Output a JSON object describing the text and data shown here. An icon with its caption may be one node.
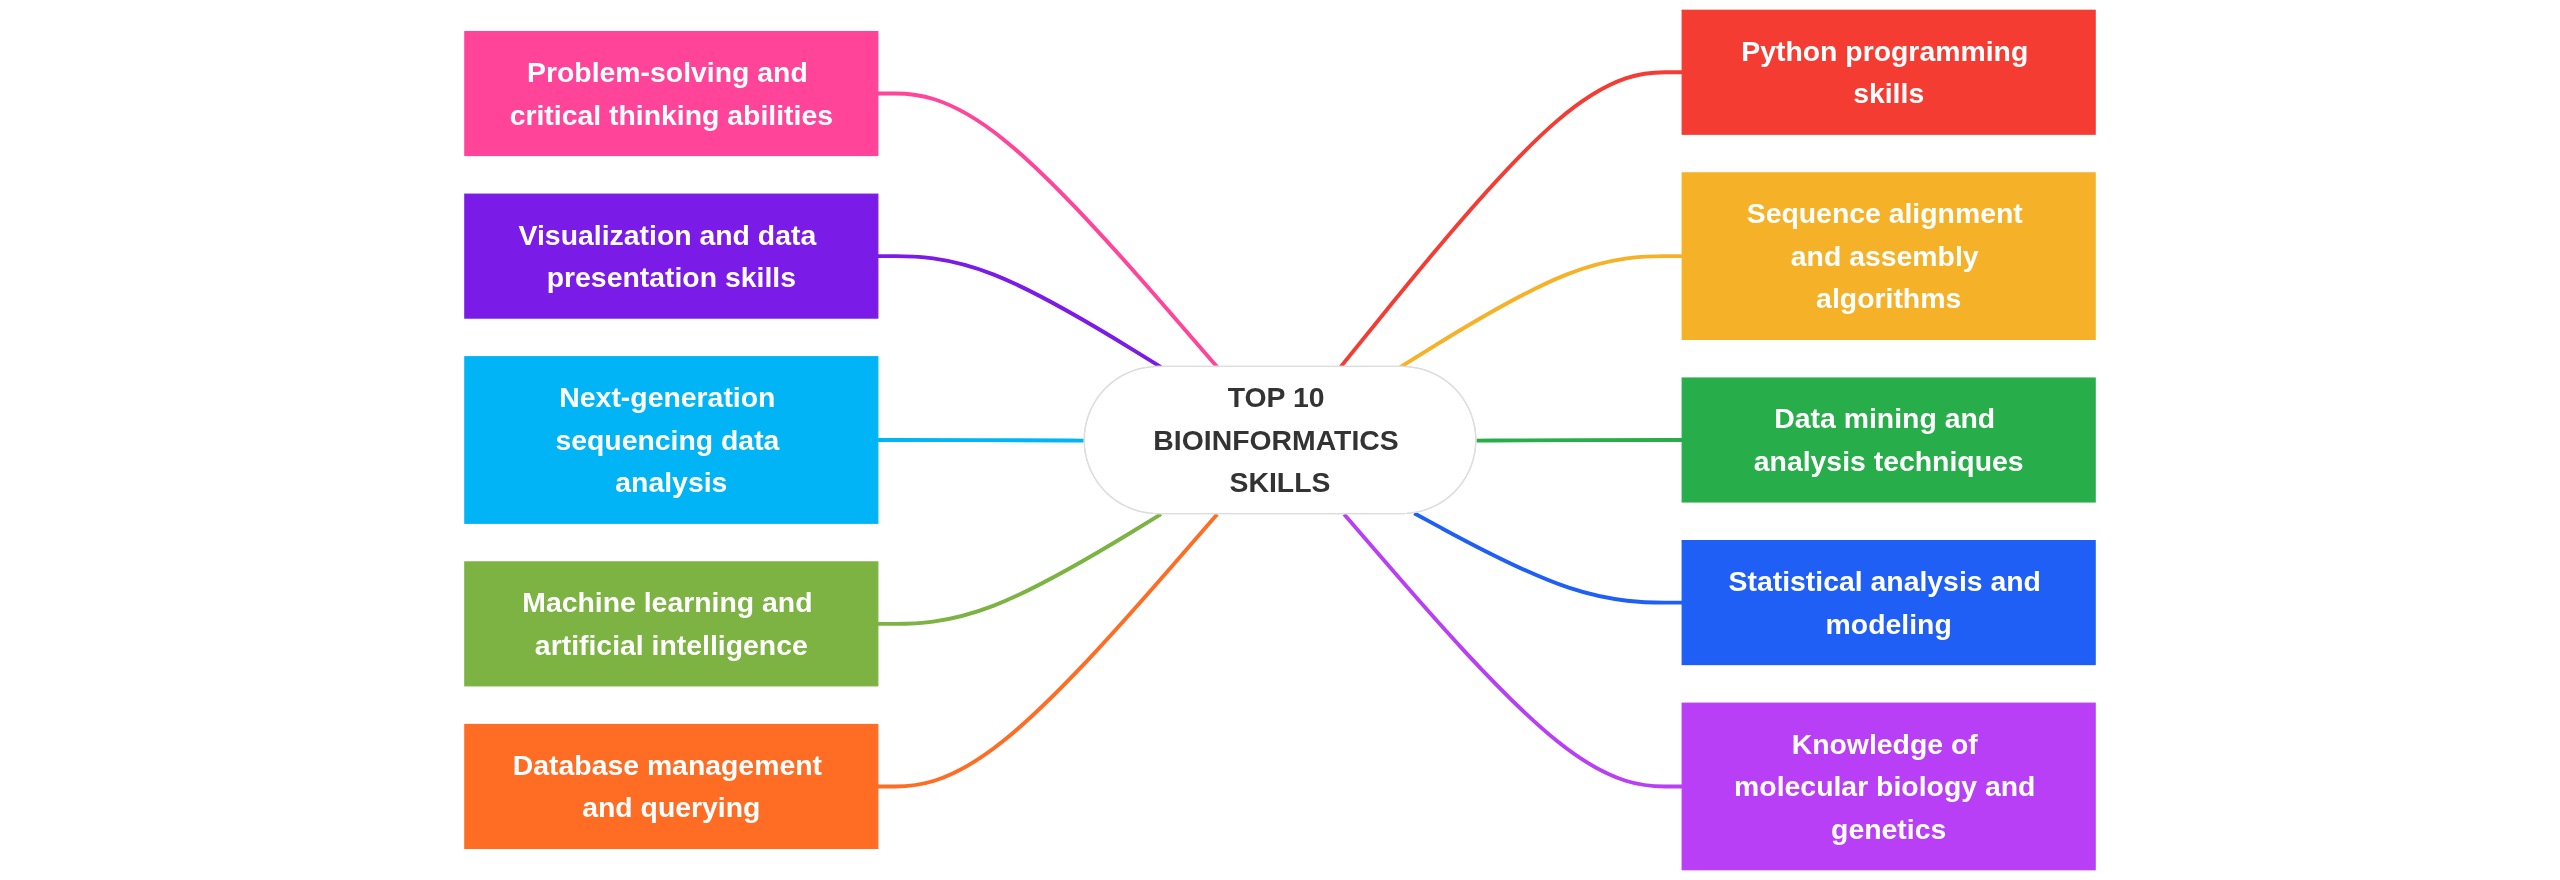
{
  "diagram": {
    "nodes": [
      {
        "text": [
          "TOP 10 BIOINFORMATICS SKILLS"
        ]
      },
      {
        "text": [
          "Problem-solving and critical thinking abilities"
        ]
      },
      {
        "text": [
          "Visualization and data presentation skills"
        ]
      },
      {
        "text": [
          "Next-generation sequencing data analysis"
        ]
      },
      {
        "text": [
          "Machine learning and artificial intelligence"
        ]
      },
      {
        "text": [
          "Database management and querying"
        ]
      },
      {
        "text": [
          "Python programming skills"
        ]
      },
      {
        "text": [
          "Sequence alignment and assembly algorithms"
        ]
      },
      {
        "text": [
          "Data mining and analysis techniques"
        ]
      },
      {
        "text": [
          "Statistical analysis and modeling"
        ]
      },
      {
        "text": [
          "Knowledge of molecular biology and genetics"
        ]
      }
    ],
    "edges": [
      {
        "from": 0,
        "to": 1,
        "arrow": "none",
        "color": "#ff4499"
      },
      {
        "from": 0,
        "to": 2,
        "arrow": "none",
        "color": "#7a1be8"
      },
      {
        "from": 0,
        "to": 3,
        "arrow": "none",
        "color": "#00b4f5"
      },
      {
        "from": 0,
        "to": 4,
        "arrow": "none",
        "color": "#7cb342"
      },
      {
        "from": 0,
        "to": 5,
        "arrow": "none",
        "color": "#ff6d24"
      },
      {
        "from": 0,
        "to": 6,
        "arrow": "none",
        "color": "#f43c33"
      },
      {
        "from": 0,
        "to": 7,
        "arrow": "none",
        "color": "#f5b128"
      },
      {
        "from": 0,
        "to": 8,
        "arrow": "none",
        "color": "#27ae4a"
      },
      {
        "from": 0,
        "to": 9,
        "arrow": "none",
        "color": "#1f5ff5"
      },
      {
        "from": 0,
        "to": 10,
        "arrow": "none",
        "color": "#b83ff5"
      }
    ]
  }
}
